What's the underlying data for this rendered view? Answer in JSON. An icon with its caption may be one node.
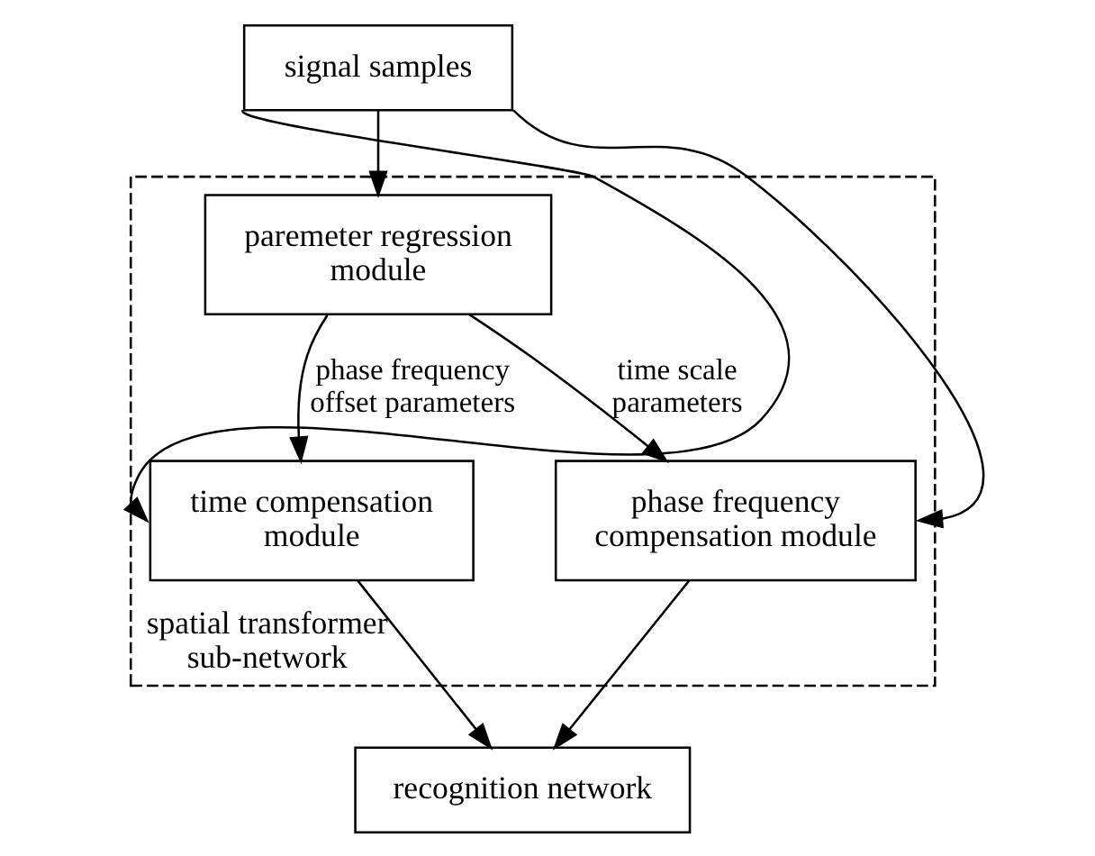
{
  "diagram": {
    "nodes": [
      {
        "text": [
          "signal samples"
        ]
      },
      {
        "text": [
          "spatial transformer sub-network"
        ]
      },
      {
        "text": [
          "paremeter regression module"
        ],
        "in": 1
      },
      {
        "text": [
          "time compensation module"
        ],
        "in": 1
      },
      {
        "text": [
          "phase frequency compensation module"
        ],
        "in": 1
      },
      {
        "text": [
          "recognition network"
        ]
      }
    ],
    "edges": [
      {
        "from": 0,
        "to": 2,
        "arrow": "to"
      },
      {
        "from": 0,
        "to": 3,
        "arrow": "to"
      },
      {
        "from": 0,
        "to": 4,
        "arrow": "to"
      },
      {
        "from": 2,
        "to": 3,
        "arrow": "to",
        "label": "phase frequency offset parameters"
      },
      {
        "from": 2,
        "to": 4,
        "arrow": "to",
        "label": "time scale parameters"
      },
      {
        "from": 3,
        "to": 5,
        "arrow": "to"
      },
      {
        "from": 4,
        "to": 5,
        "arrow": "to"
      }
    ]
  }
}
